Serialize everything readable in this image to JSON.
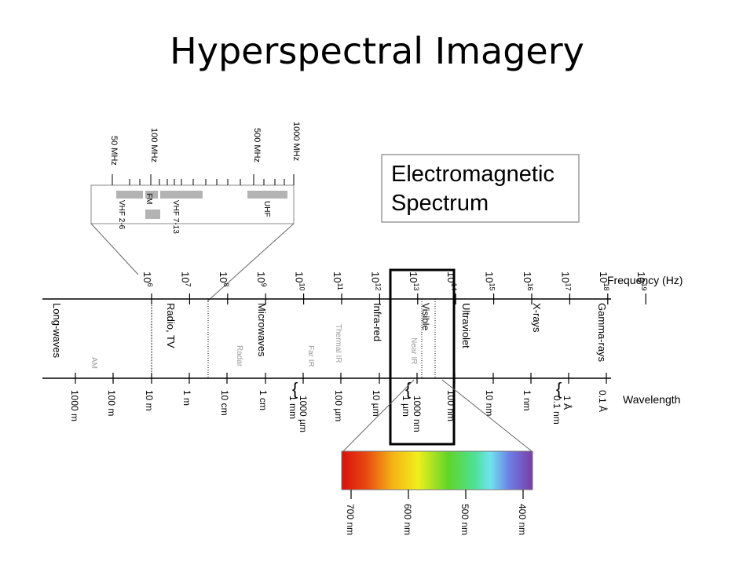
{
  "title": "Hyperspectral Imagery",
  "legend_box": {
    "line1": "Electromagnetic",
    "line2": "Spectrum"
  },
  "frequency_axis": {
    "label": "Frequency (Hz)",
    "ticks": [
      {
        "base": "10",
        "exp": "6"
      },
      {
        "base": "10",
        "exp": "7"
      },
      {
        "base": "10",
        "exp": "8"
      },
      {
        "base": "10",
        "exp": "9"
      },
      {
        "base": "10",
        "exp": "10"
      },
      {
        "base": "10",
        "exp": "11"
      },
      {
        "base": "10",
        "exp": "12"
      },
      {
        "base": "10",
        "exp": "13"
      },
      {
        "base": "10",
        "exp": "14"
      },
      {
        "base": "10",
        "exp": "15"
      },
      {
        "base": "10",
        "exp": "16"
      },
      {
        "base": "10",
        "exp": "17"
      },
      {
        "base": "10",
        "exp": "18"
      },
      {
        "base": "10",
        "exp": "19"
      }
    ]
  },
  "wavelength_axis": {
    "label": "Wavelength",
    "ticks": [
      "1000 m",
      "100 m",
      "10 m",
      "1 m",
      "10 cm",
      "1 cm",
      "1 mm",
      "1000 µm",
      "100 µm",
      "10 µm",
      "1 µm",
      "1000 nm",
      "100 nm",
      "10 nm",
      "1 nm",
      "0.1 nm",
      "1 Å",
      "0.1 Å"
    ]
  },
  "bands": [
    "Long-waves",
    "Radio, TV",
    "Microwaves",
    "Infra-red",
    "Visible",
    "Ultraviolet",
    "X-rays",
    "Gamma-rays"
  ],
  "sub_bands": [
    "AM",
    "Radar",
    "Far IR",
    "Thermal IR",
    "Near IR"
  ],
  "radio_inset": {
    "ticks": [
      "50 MHz",
      "100 MHz",
      "500 MHz",
      "1000 MHz"
    ],
    "bands": [
      "VHF 2-6",
      "FM",
      "VHF 7-13",
      "UHF"
    ]
  },
  "visible_inset": {
    "ticks": [
      "700 nm",
      "600 nm",
      "500 nm",
      "400 nm"
    ]
  },
  "colors": {
    "gray_band": "#b3b3b3",
    "highlight_box": "#000000",
    "sub_band_text": "#9a9a9a"
  }
}
